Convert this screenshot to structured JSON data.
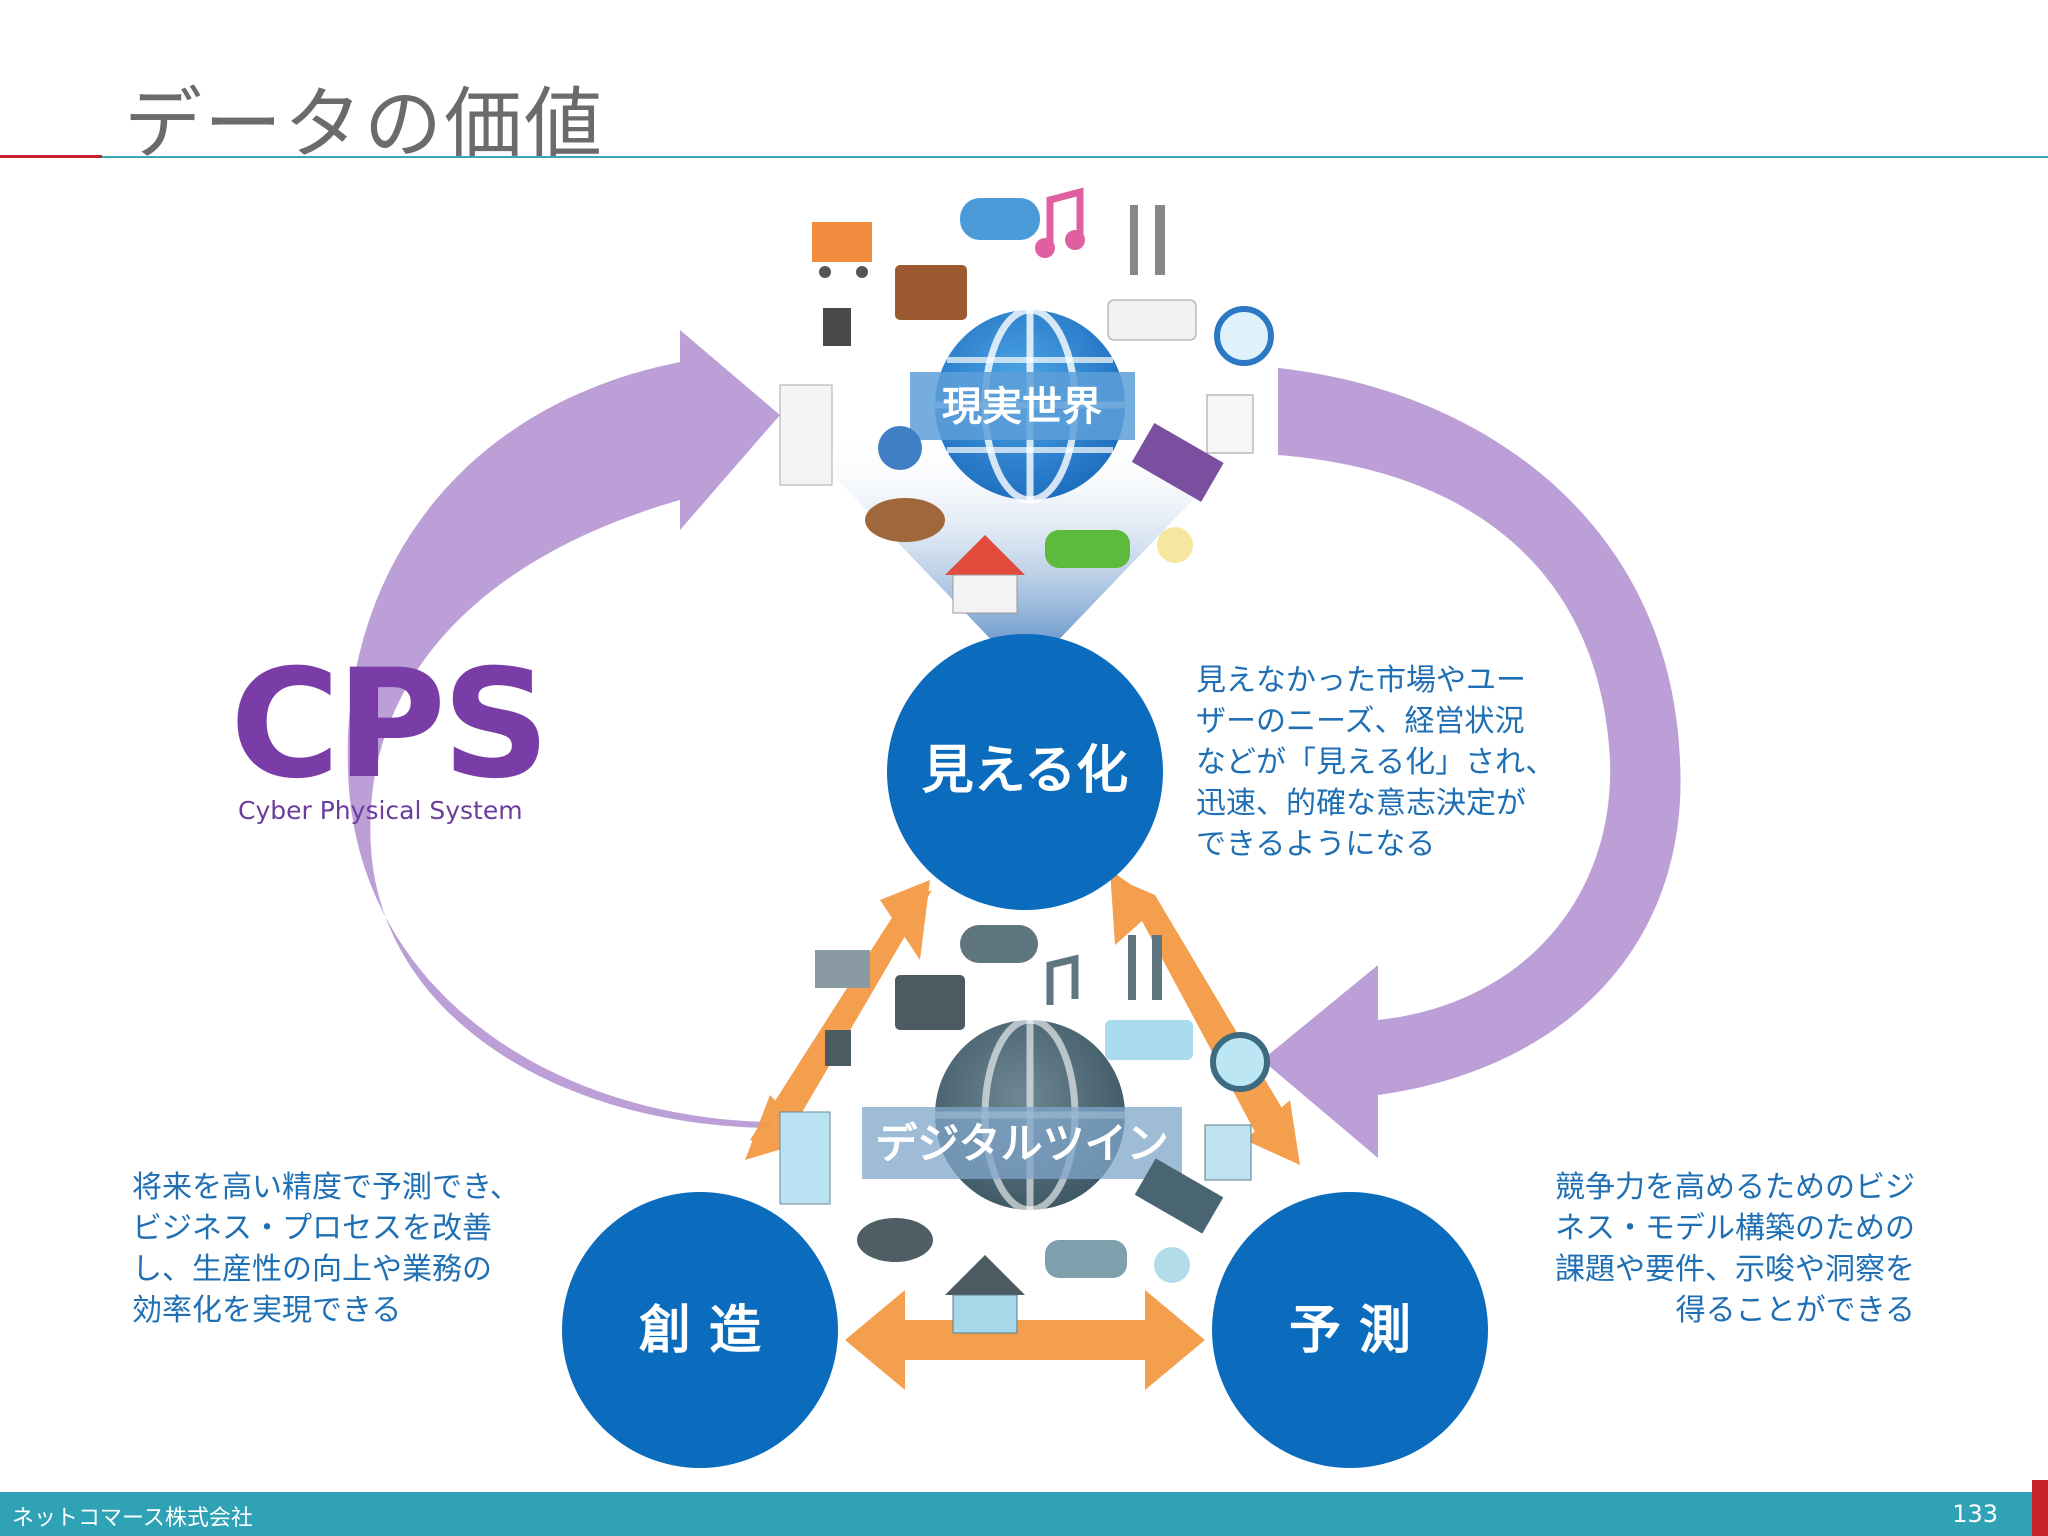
{
  "slide": {
    "title": "データの価値",
    "page_number": "133",
    "company": "ネットコマース株式会社"
  },
  "cps": {
    "title": "CPS",
    "subtitle": "Cyber Physical System"
  },
  "nodes": {
    "real_world": "現実世界",
    "digital_twin": "デジタルツイン",
    "visualize": "見える化",
    "create": "創 造",
    "predict": "予 測"
  },
  "descriptions": {
    "visualize": [
      "見えなかった市場やユー",
      "ザーのニーズ、経営状況",
      "などが「見える化」され、",
      "迅速、的確な意志決定が",
      "できるようになる"
    ],
    "create": [
      "将来を高い精度で予測でき、",
      "ビジネス・プロセスを改善",
      "し、生産性の向上や業務の",
      "効率化を実現できる"
    ],
    "predict": [
      "競争力を高めるためのビジ",
      "ネス・モデル構築のための",
      "課題や要件、示唆や洞察を",
      "得ることができる"
    ]
  },
  "colors": {
    "accent_purple": "#b79ad4",
    "circle_blue": "#0b6bbd",
    "orange_arrow": "#f39a45",
    "globe_blue": "#2f8fd6",
    "cps_text": "#7a3da8",
    "footer": "#2fa2b5"
  },
  "icons": [
    "shopping-cart-icon",
    "gamepad-icon",
    "music-note-icon",
    "cutlery-icon",
    "briefcase-icon",
    "plug-icon",
    "air-conditioner-icon",
    "clock-icon",
    "refrigerator-icon",
    "phone-icon",
    "document-icon",
    "keyboard-icon",
    "dog-icon",
    "car-icon",
    "house-icon",
    "lightbulb-icon",
    "globe-icon"
  ]
}
